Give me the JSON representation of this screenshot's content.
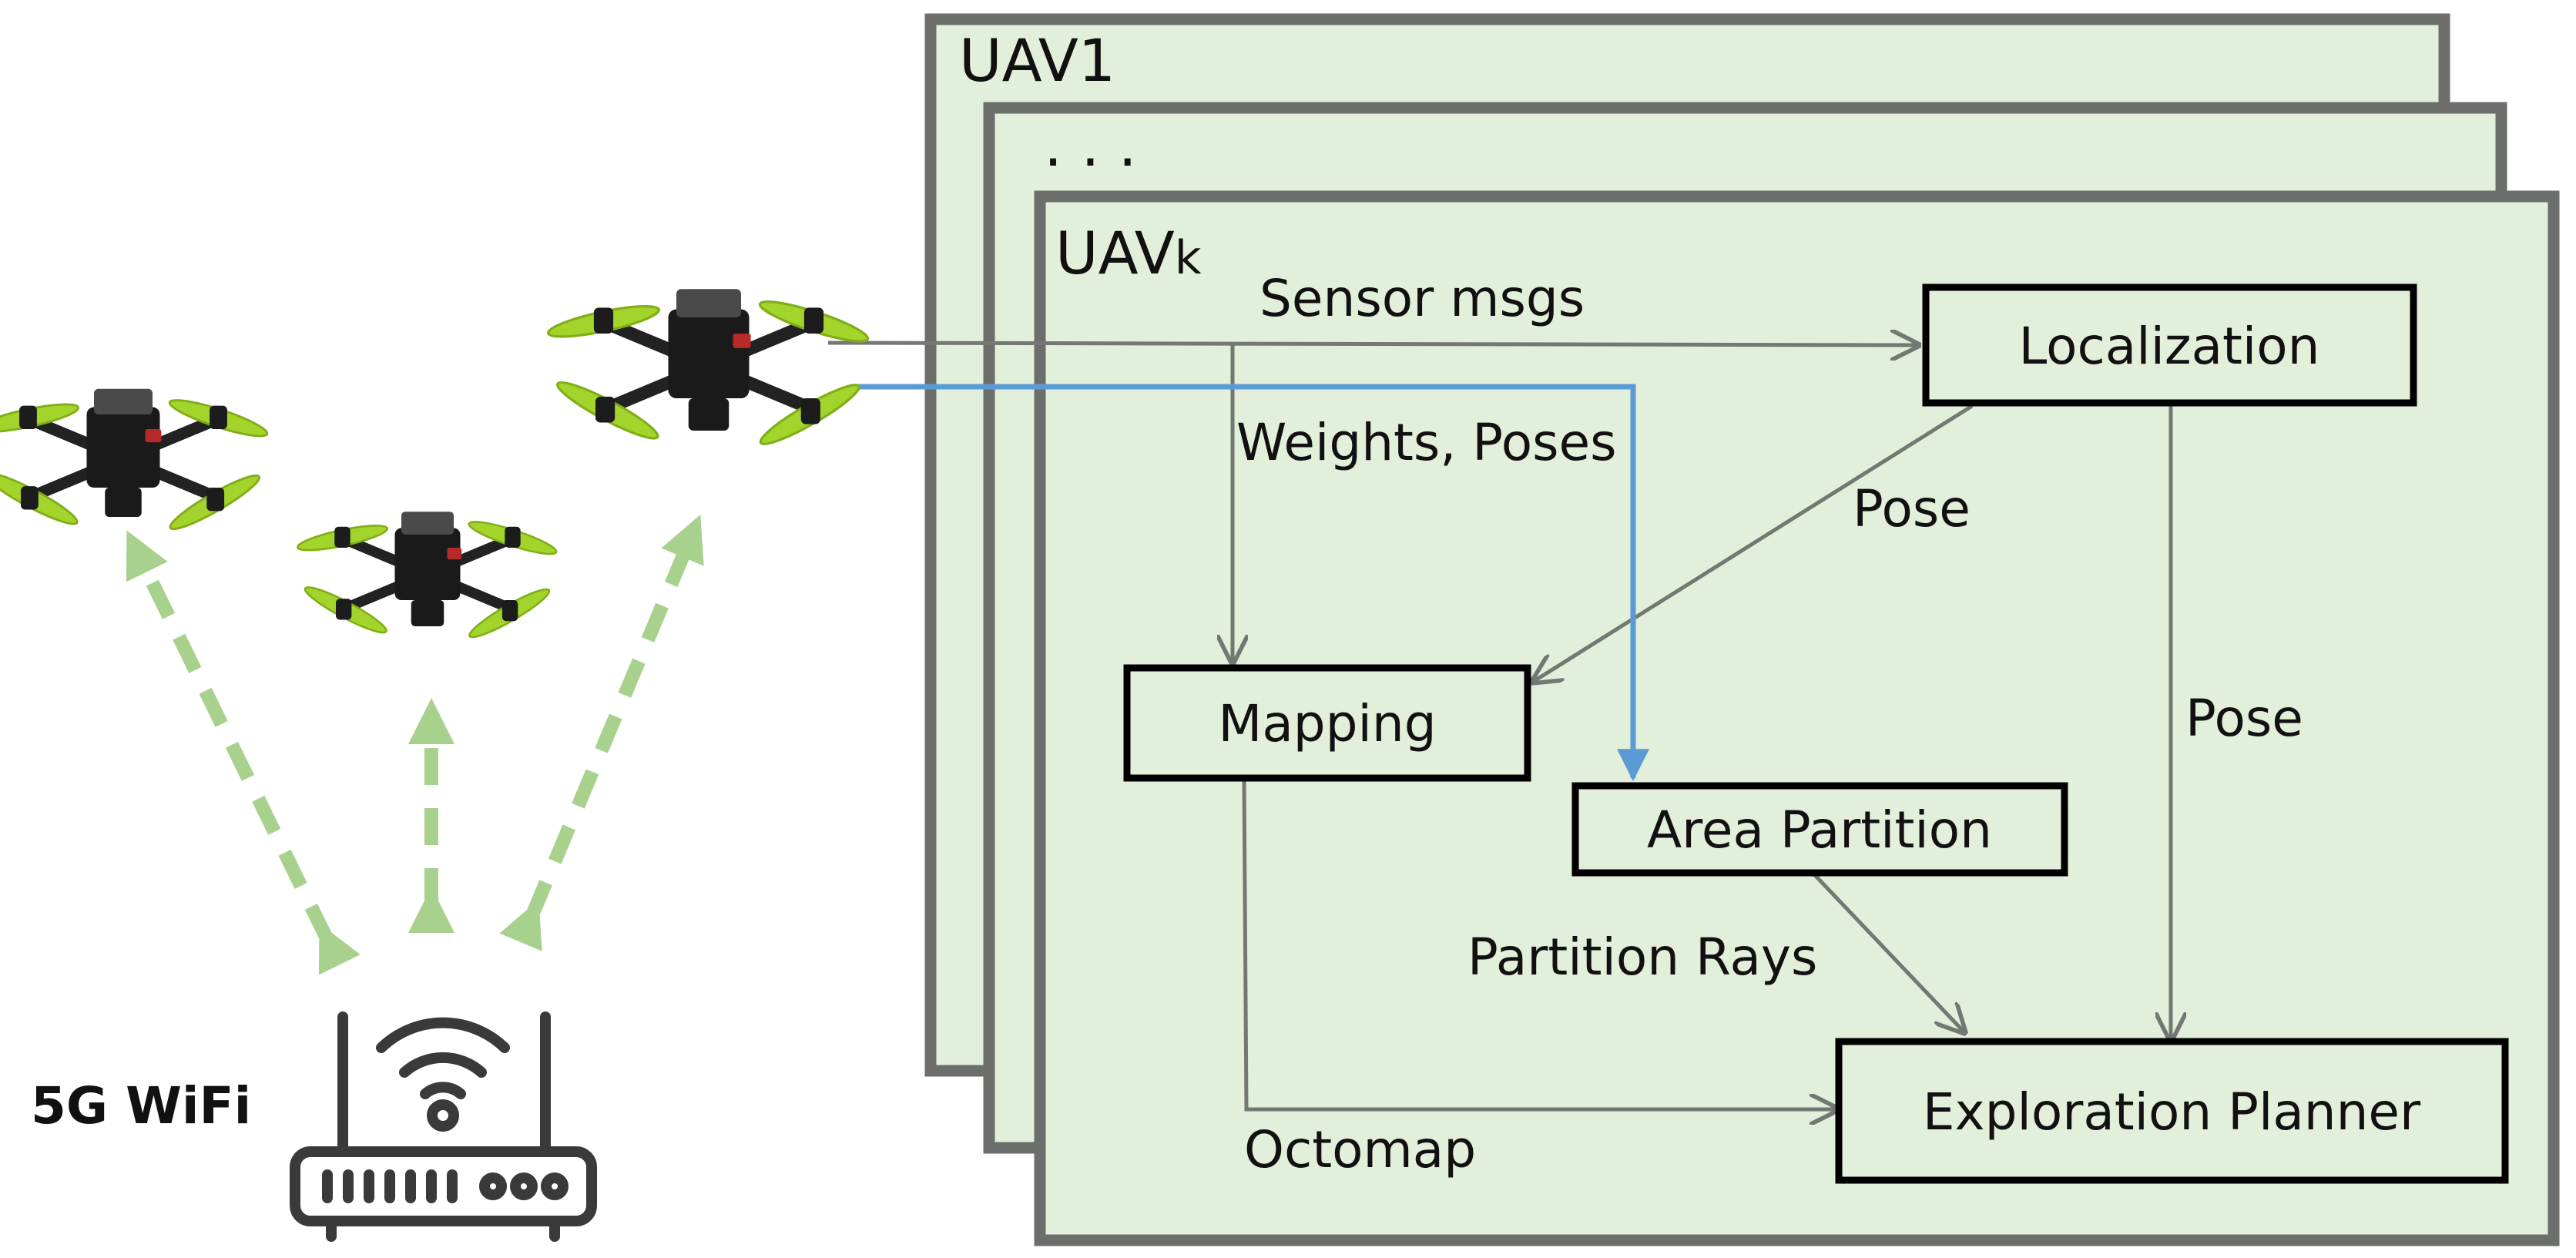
{
  "panels": {
    "back_title": "UAV1",
    "middle_title": ". . .",
    "front_title_main": "UAV",
    "front_title_sub": "k"
  },
  "modules": {
    "localization": "Localization",
    "mapping": "Mapping",
    "area_partition": "Area Partition",
    "exploration_planner": "Exploration Planner"
  },
  "edges": {
    "sensor_msgs": "Sensor msgs",
    "weights_poses": "Weights, Poses",
    "pose_to_mapping": "Pose",
    "pose_to_planner": "Pose",
    "partition_rays": "Partition Rays",
    "octomap": "Octomap"
  },
  "network": {
    "label": "5G WiFi",
    "router_icon": "wifi-router-icon",
    "drone_icon": "quadrotor-drone-icon"
  },
  "colors": {
    "panel_fill": "#e2efda",
    "panel_border": "#6b6e6b",
    "wire": "#737873",
    "blue_link": "#5b9bd5",
    "dashed_link": "#a9d18e",
    "propeller": "#a3d42b"
  }
}
